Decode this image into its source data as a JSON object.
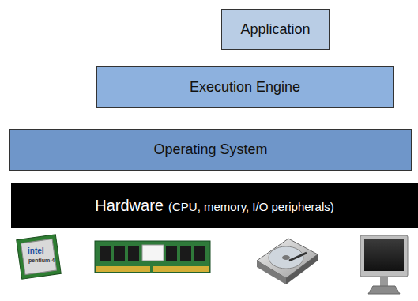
{
  "diagram": {
    "nodes": [
      {
        "text": [
          "Application"
        ]
      },
      {
        "text": [
          "Execution Engine"
        ]
      },
      {
        "text": [
          "Operating System"
        ]
      },
      {
        "text": [
          "Hardware",
          "(CPU, memory, I/O peripherals)"
        ]
      }
    ],
    "labels": [
      "intel",
      "pentium 4"
    ]
  }
}
